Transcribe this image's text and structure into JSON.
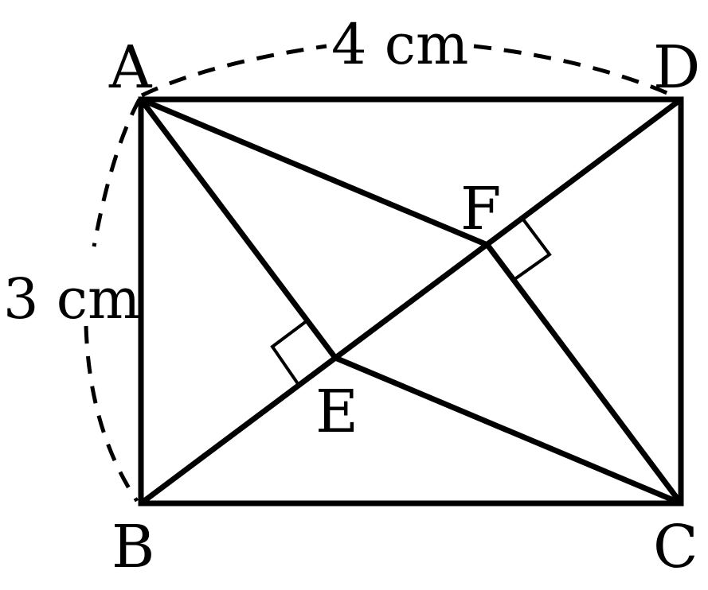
{
  "diagram": {
    "points": {
      "A": "A",
      "B": "B",
      "C": "C",
      "D": "D",
      "E": "E",
      "F": "F"
    },
    "lengths": {
      "top": "4 cm",
      "left": "3 cm"
    },
    "colors": {
      "stroke": "#000000",
      "background": "#ffffff"
    }
  }
}
